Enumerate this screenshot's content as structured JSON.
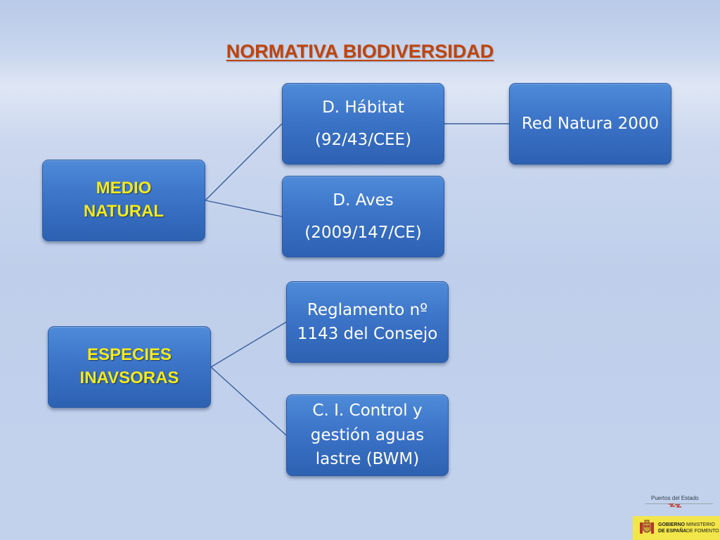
{
  "title": "NORMATIVA BIODIVERSIDAD",
  "nodes": {
    "medio_natural": [
      "MEDIO",
      "NATURAL"
    ],
    "d_habitat": [
      "D. Hábitat",
      "(92/43/CEE)"
    ],
    "red_natura": "Red Natura 2000",
    "d_aves": [
      "D. Aves",
      "(2009/147/CE)"
    ],
    "especies_invasoras": [
      "ESPECIES",
      "INAVSORAS"
    ],
    "reglamento": [
      "Reglamento nº",
      "1143 del Consejo"
    ],
    "control_bwm": [
      "C. I. Control y",
      "gestión aguas",
      "lastre (BWM)"
    ]
  },
  "logos": {
    "puertos": "Puertos del Estado",
    "gobierno": [
      "GOBIERNO",
      "DE ESPAÑA"
    ],
    "ministerio": [
      "MINISTERIO",
      "DE FOMENTO"
    ]
  },
  "colors": {
    "title": "#c0440c",
    "root_text": "#f4ea1a",
    "node_fill": "#3c74c8",
    "connector": "#3a5f9a",
    "gov_bar": "#f2e64a"
  }
}
